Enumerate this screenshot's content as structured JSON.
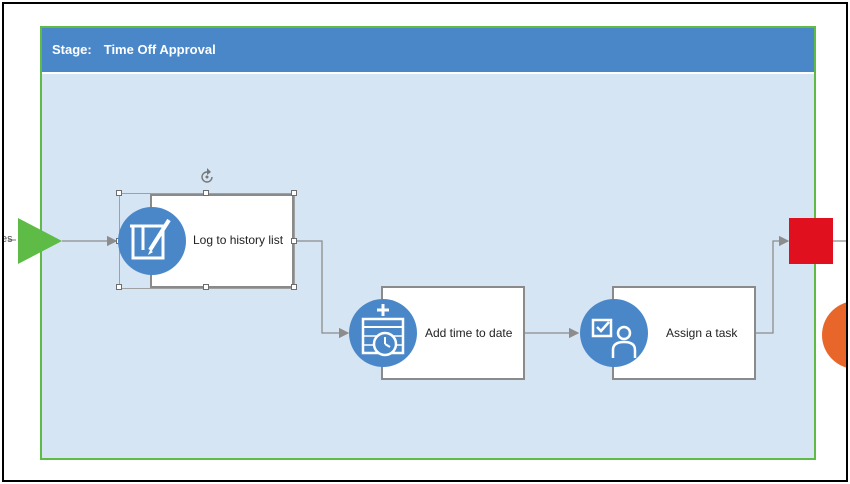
{
  "stage": {
    "prefix": "Stage:",
    "title": "Time Off Approval"
  },
  "entry_label_fragment": "es",
  "nodes": [
    {
      "id": "log",
      "label": "Log to history list",
      "icon": "log-edit-icon"
    },
    {
      "id": "time",
      "label": "Add time to date",
      "icon": "calendar-clock-icon"
    },
    {
      "id": "task",
      "label": "Assign a task",
      "icon": "task-user-icon"
    }
  ],
  "colors": {
    "stage_header": "#4a87c9",
    "stage_fill": "#d6e5f4",
    "stage_border": "#5dbb46",
    "icon_circle": "#4a87c9",
    "start_triangle": "#5dbb46",
    "end_square": "#e0101f",
    "orange_circle": "#e8662a",
    "connector": "#8c8c8c"
  }
}
